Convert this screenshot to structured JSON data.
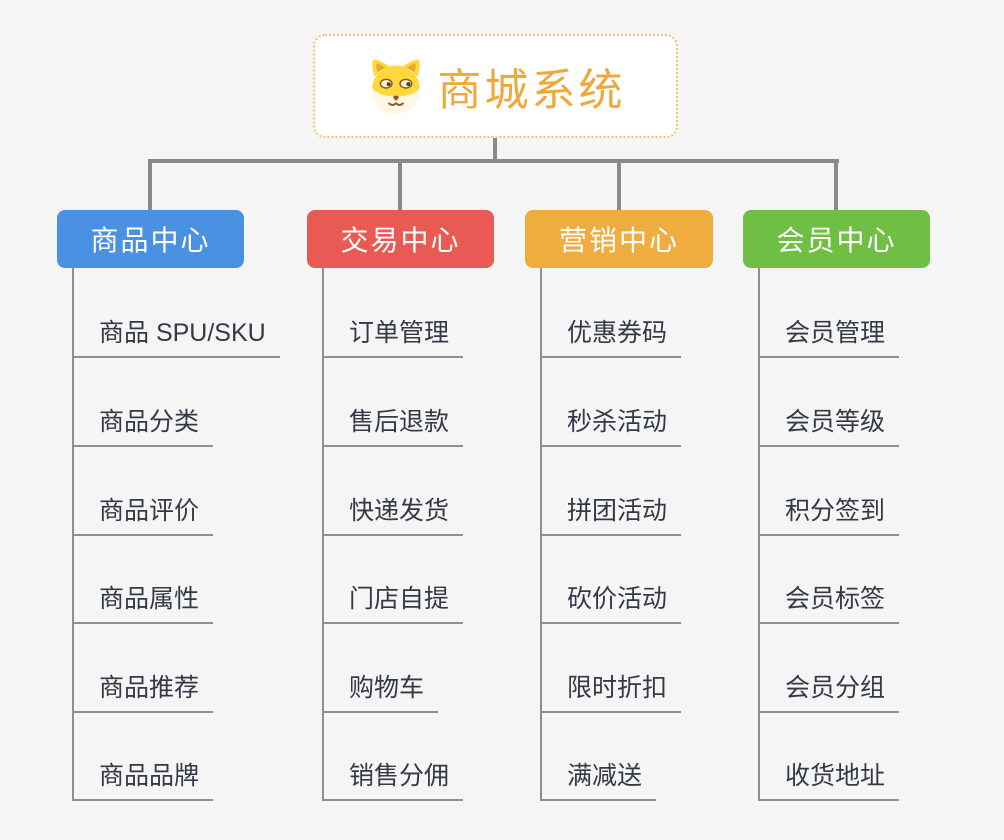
{
  "page": {
    "background_color": "#f5f5f6",
    "connector_color": "#8a8a8a",
    "line_color": "#8f8f8f"
  },
  "root": {
    "title": "商城系统",
    "icon": "doge-icon",
    "text_color": "#f0a83c",
    "border_color": "#f3c06d"
  },
  "branches": [
    {
      "label": "商品中心",
      "color": "#4b91e2",
      "items": [
        "商品 SPU/SKU",
        "商品分类",
        "商品评价",
        "商品属性",
        "商品推荐",
        "商品品牌"
      ]
    },
    {
      "label": "交易中心",
      "color": "#ea5a54",
      "items": [
        "订单管理",
        "售后退款",
        "快递发货",
        "门店自提",
        "购物车",
        "销售分佣"
      ]
    },
    {
      "label": "营销中心",
      "color": "#eead3e",
      "items": [
        "优惠券码",
        "秒杀活动",
        "拼团活动",
        "砍价活动",
        "限时折扣",
        "满减送"
      ]
    },
    {
      "label": "会员中心",
      "color": "#6fbf44",
      "items": [
        "会员管理",
        "会员等级",
        "积分签到",
        "会员标签",
        "会员分组",
        "收货地址"
      ]
    }
  ]
}
